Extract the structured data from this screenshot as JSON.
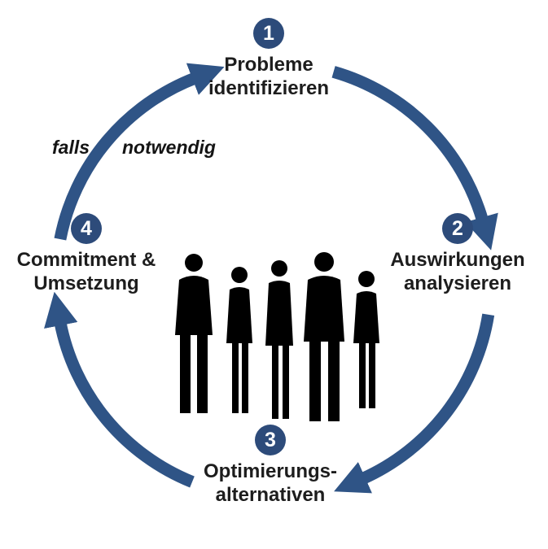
{
  "diagram_title": "decision-cycle",
  "colors": {
    "arrow": "#2f5486",
    "badge": "#2d4b7a",
    "label": "#1d1d1d",
    "silhouette": "#000000"
  },
  "annotation": {
    "word1": "falls",
    "word2": "notwendig"
  },
  "steps": [
    {
      "number": "1",
      "line1": "Probleme",
      "line2": "identifizieren"
    },
    {
      "number": "2",
      "line1": "Auswirkungen",
      "line2": "analysieren"
    },
    {
      "number": "3",
      "line1": "Optimierungs-",
      "line2": "alternativen"
    },
    {
      "number": "4",
      "line1": "Commitment &",
      "line2": "Umsetzung"
    }
  ]
}
